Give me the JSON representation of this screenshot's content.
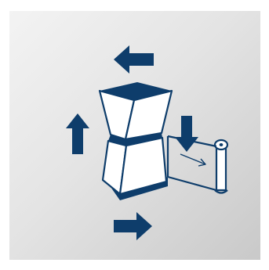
{
  "icon": {
    "name": "packaging-machine-icon",
    "description_shapes": [
      "container-block",
      "film-roll",
      "arrow-left",
      "arrow-right",
      "arrow-up",
      "arrow-down"
    ]
  },
  "colors": {
    "primary": "#0e3d6b",
    "outline": "#0e3d6b",
    "fill_light": "#ffffff",
    "background_light": "#f3f3f3",
    "background_dark": "#c9c9c9",
    "frame": "#ffffff"
  }
}
